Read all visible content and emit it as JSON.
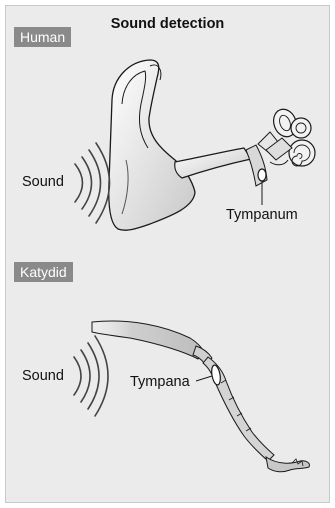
{
  "title": "Sound detection",
  "panels": {
    "human": {
      "tag": "Human",
      "sound_label": "Sound",
      "pointer_label": "Tympanum"
    },
    "katydid": {
      "tag": "Katydid",
      "sound_label": "Sound",
      "pointer_label": "Tympana"
    }
  },
  "colors": {
    "background": "#ebebeb",
    "tag_fill": "#8a8a8a",
    "outline": "#1a1a1a",
    "sound_waves": "#444444"
  }
}
